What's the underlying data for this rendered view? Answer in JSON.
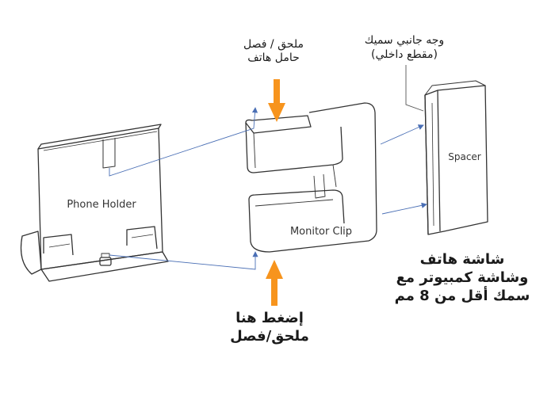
{
  "labels": {
    "phone_holder": "Phone Holder",
    "monitor_clip": "Monitor Clip",
    "spacer": "Spacer"
  },
  "callouts": {
    "attach_detach_line1": "ملحق / فصل",
    "attach_detach_line2": "حامل هاتف",
    "thick_side_line1": "وجه جانبي سميك",
    "thick_side_line2": "(مقطع داخلي)",
    "screen_line1": "شاشة هاتف",
    "screen_line2": "وشاشة كمبيوتر مع",
    "screen_line3": "سمك أقل من 8 مم",
    "press_line1": "إضغط هنا",
    "press_line2": "ملحق/فصل"
  },
  "colors": {
    "arrow_orange": "#F7941D",
    "leader_blue": "#4a6fb5",
    "outline": "#333333"
  }
}
